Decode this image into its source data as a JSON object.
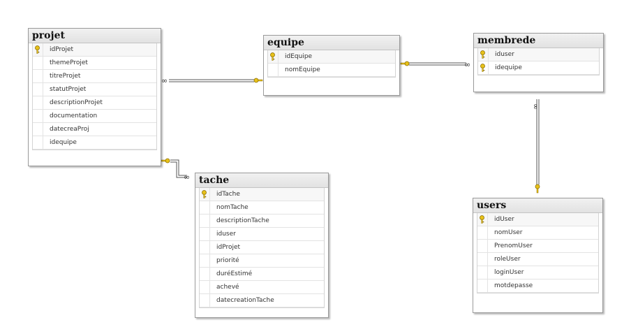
{
  "tables": {
    "projet": {
      "name": "projet",
      "columns": [
        "idProjet",
        "themeProjet",
        "titreProjet",
        "statutProjet",
        "descriptionProjet",
        "documentation",
        "datecreaProj",
        "idequipe"
      ],
      "keys": [
        "idProjet"
      ]
    },
    "equipe": {
      "name": "equipe",
      "columns": [
        "idEquipe",
        "nomEquipe"
      ],
      "keys": [
        "idEquipe"
      ]
    },
    "membrede": {
      "name": "membrede",
      "columns": [
        "iduser",
        "idequipe"
      ],
      "keys": [
        "iduser",
        "idequipe"
      ]
    },
    "tache": {
      "name": "tache",
      "columns": [
        "idTache",
        "nomTache",
        "descriptionTache",
        "iduser",
        "idProjet",
        "priorité",
        "duréEstimé",
        "achevé",
        "datecreationTache"
      ],
      "keys": [
        "idTache"
      ]
    },
    "users": {
      "name": "users",
      "columns": [
        "idUser",
        "nomUser",
        "PrenomUser",
        "roleUser",
        "loginUser",
        "motdepasse"
      ],
      "keys": [
        "idUser"
      ]
    }
  },
  "relationships": [
    {
      "from": "projet",
      "to": "equipe",
      "one_end": "equipe",
      "many_end": "projet"
    },
    {
      "from": "equipe",
      "to": "membrede",
      "one_end": "equipe",
      "many_end": "membrede"
    },
    {
      "from": "membrede",
      "to": "users",
      "one_end": "users",
      "many_end": "membrede"
    },
    {
      "from": "projet",
      "to": "tache",
      "one_end": "projet",
      "many_end": "tache"
    }
  ],
  "colors": {
    "key_icon": "#e8c21a",
    "line": "#555555"
  },
  "icons": {
    "primary_key": "key-icon",
    "one_end": "key-icon",
    "many_end": "infinity-icon"
  }
}
